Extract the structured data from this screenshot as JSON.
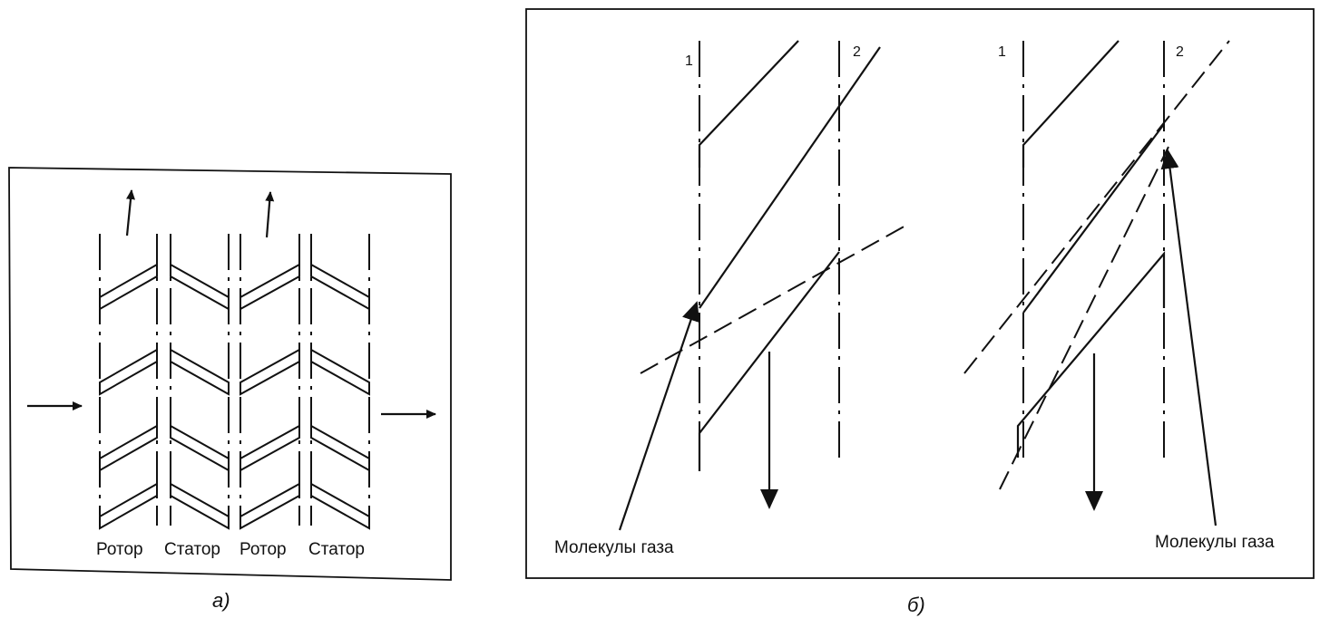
{
  "panel_a": {
    "stage_labels": [
      "Ротор",
      "Статор",
      "Ротор",
      "Статор"
    ],
    "caption": "а)"
  },
  "panel_b": {
    "left": {
      "line1": "1",
      "line2": "2",
      "molecule_label": "Молекулы газа"
    },
    "right": {
      "line1": "1",
      "line2": "2",
      "molecule_label": "Молекулы газа"
    },
    "caption": "б)"
  }
}
